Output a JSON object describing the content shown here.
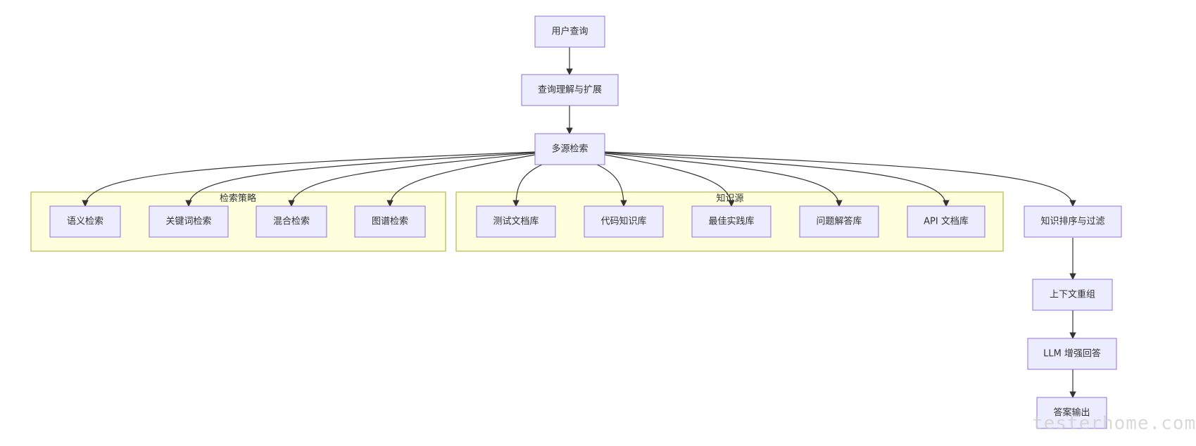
{
  "nodes": {
    "user_query": "用户查询",
    "query_understanding": "查询理解与扩展",
    "multi_source": "多源检索",
    "semantic": "语义检索",
    "keyword": "关键词检索",
    "hybrid": "混合检索",
    "graph": "图谱检索",
    "test_docs": "测试文档库",
    "code_knowledge": "代码知识库",
    "best_practice": "最佳实践库",
    "qa_library": "问题解答库",
    "api_docs": "API 文档库",
    "rank_filter": "知识排序与过滤",
    "context_reorg": "上下文重组",
    "llm_answer": "LLM 增强回答",
    "answer_output": "答案输出"
  },
  "clusters": {
    "strategy": "检索策略",
    "sources": "知识源"
  },
  "edges": [
    [
      "user_query",
      "query_understanding"
    ],
    [
      "query_understanding",
      "multi_source"
    ],
    [
      "multi_source",
      "semantic"
    ],
    [
      "multi_source",
      "keyword"
    ],
    [
      "multi_source",
      "hybrid"
    ],
    [
      "multi_source",
      "graph"
    ],
    [
      "multi_source",
      "test_docs"
    ],
    [
      "multi_source",
      "code_knowledge"
    ],
    [
      "multi_source",
      "best_practice"
    ],
    [
      "multi_source",
      "qa_library"
    ],
    [
      "multi_source",
      "api_docs"
    ],
    [
      "multi_source",
      "rank_filter"
    ],
    [
      "rank_filter",
      "context_reorg"
    ],
    [
      "context_reorg",
      "llm_answer"
    ],
    [
      "llm_answer",
      "answer_output"
    ]
  ],
  "watermark": "testerhome.com",
  "colors": {
    "node_fill": "#ECECFF",
    "node_stroke": "#9370DB",
    "cluster_fill": "#FFFFDE",
    "cluster_stroke": "#AAAA33",
    "edge": "#333333"
  }
}
